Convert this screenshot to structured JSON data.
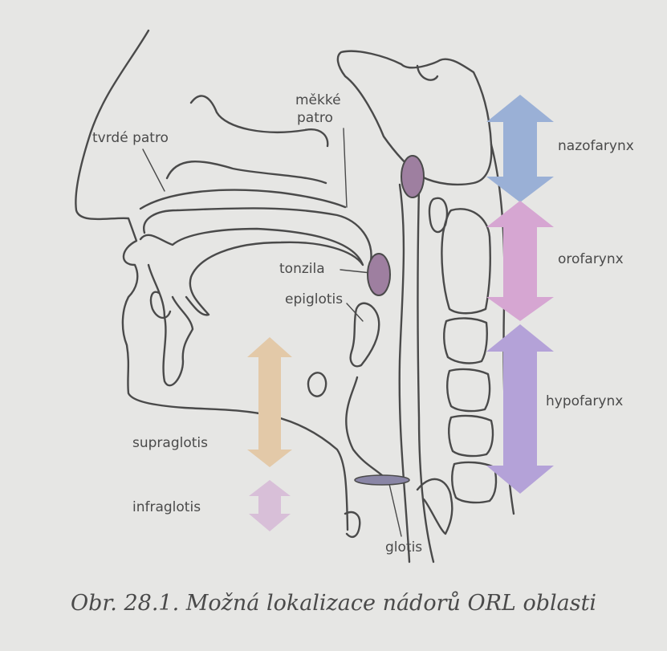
{
  "labels": {
    "tvrde_patro": "tvrdé patro",
    "mekke": "měkké",
    "patro": "patro",
    "tonzila": "tonzila",
    "epiglotis": "epiglotis",
    "supraglotis": "supraglotis",
    "infraglotis": "infraglotis",
    "glotis": "glotis",
    "nazofarynx": "nazofarynx",
    "orofarynx": "orofarynx",
    "hypofarynx": "hypofarynx"
  },
  "caption": "Obr. 28.1. Možná lokalizace nádorů ORL oblasti",
  "colors": {
    "background": "#e6e6e4",
    "line": "#4a4a4a",
    "nazofarynx": "#9ab0d6",
    "orofarynx": "#d6a6d2",
    "hypofarynx": "#b4a2d8",
    "supraglotis": "#e3c9a8",
    "infraglotis": "#d8bfd8",
    "tissue": "#9e7fa0",
    "glotis": "#8a86a6"
  }
}
